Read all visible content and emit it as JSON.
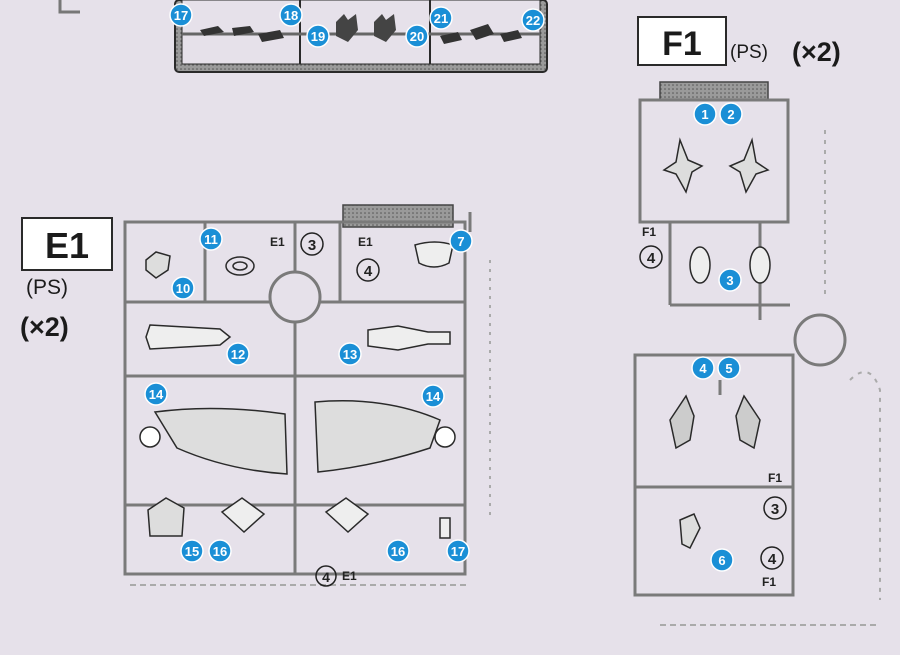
{
  "frames": {
    "e1": {
      "code": "E1",
      "material": "(PS)",
      "count": "(×2)",
      "stamps": [
        {
          "code": "E1",
          "digit": "3"
        },
        {
          "code": "E1",
          "digit": "4"
        },
        {
          "code": "E1",
          "digit": "4"
        }
      ],
      "parts": [
        "7",
        "10",
        "11",
        "12",
        "13",
        "14",
        "14",
        "15",
        "16",
        "16",
        "17"
      ]
    },
    "f1": {
      "code": "F1",
      "material": "(PS)",
      "count": "(×2)",
      "stamps": [
        {
          "code": "F1",
          "digit": "4"
        },
        {
          "code": "F1",
          "digit": "3"
        },
        {
          "code": "F1",
          "digit": "4"
        }
      ],
      "parts": [
        "1",
        "2",
        "3",
        "4",
        "5",
        "6"
      ]
    },
    "top": {
      "parts": [
        "17",
        "18",
        "19",
        "20",
        "21",
        "22"
      ]
    }
  },
  "colors": {
    "background": "#e6e1ea",
    "badge": "#1a8fd6",
    "runner": "#7a7a7a",
    "line": "#2a2a2a"
  }
}
